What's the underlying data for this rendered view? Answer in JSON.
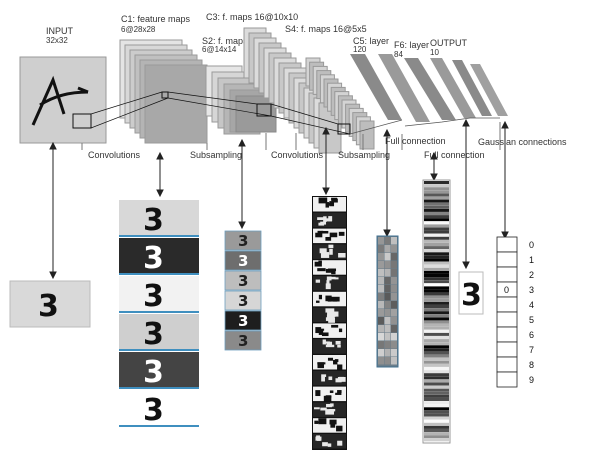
{
  "top": {
    "input": {
      "title": "INPUT",
      "size": "32x32"
    },
    "c1": {
      "title": "C1: feature maps",
      "size": "6@28x28"
    },
    "s2": {
      "title": "S2: f. maps",
      "size": "6@14x14"
    },
    "c3": {
      "title": "C3: f. maps 16@10x10"
    },
    "s4": {
      "title": "S4: f. maps 16@5x5"
    },
    "c5": {
      "title": "C5: layer",
      "size": "120"
    },
    "f6": {
      "title": "F6: layer",
      "size": "84"
    },
    "output": {
      "title": "OUTPUT",
      "size": "10"
    }
  },
  "ops": {
    "convolutions_1": "Convolutions",
    "subsampling_1": "Subsampling",
    "convolutions_2": "Convolutions",
    "subsampling_2": "Subsampling",
    "full_connection_1": "Full connection",
    "full_connection_2": "Full connection",
    "gaussian": "Gaussian connections"
  },
  "visuals": {
    "input_digit": "3",
    "output_digit": "3",
    "c1_map_backgrounds": [
      "#d8d8d8",
      "#2a2a2a",
      "#f2f2f2",
      "#cfcfcf",
      "#444444",
      "#ffffff"
    ],
    "s2_map_backgrounds": [
      "#9a9a9a",
      "#6e6e6e",
      "#bdbdbd",
      "#d6d6d6",
      "#1e1e1e",
      "#8a8a8a"
    ]
  },
  "output_vector": {
    "digits": [
      "0",
      "1",
      "2",
      "3",
      "4",
      "5",
      "6",
      "7",
      "8",
      "9"
    ],
    "active_index": 3,
    "active_value": "0"
  }
}
